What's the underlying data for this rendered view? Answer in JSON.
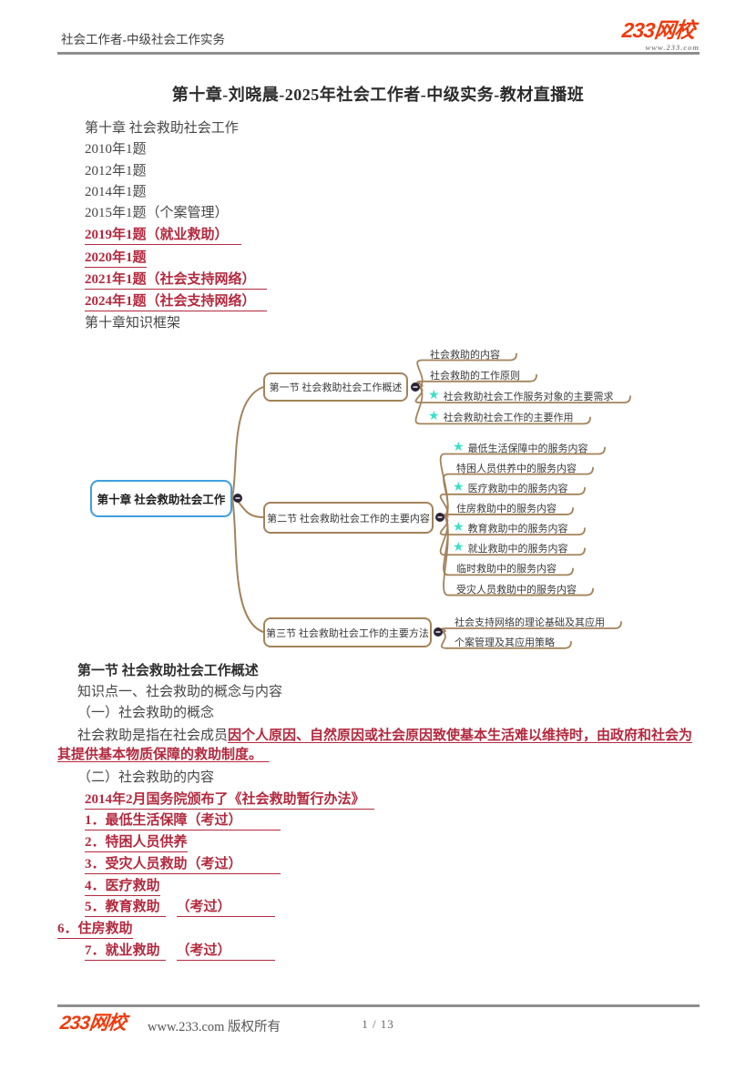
{
  "header": {
    "course": "社会工作者-中级社会工作实务",
    "brand": "233网校",
    "brand_url": "www.233.com"
  },
  "title": "第十章-刘晓晨-2025年社会工作者-中级实务-教材直播班",
  "intro_lines": [
    {
      "text": "第十章 社会救助社会工作",
      "red": false,
      "pad": 0
    },
    {
      "text": "2010年1题",
      "red": false,
      "pad": 0
    },
    {
      "text": "2012年1题",
      "red": false,
      "pad": 0
    },
    {
      "text": "2014年1题",
      "red": false,
      "pad": 0
    },
    {
      "text": "2015年1题（个案管理）",
      "red": false,
      "pad": 0
    },
    {
      "text": "2019年1题（就业救助）",
      "red": true,
      "pad": 14
    },
    {
      "text": "2020年1题",
      "red": true,
      "pad": 0
    },
    {
      "text": "2021年1题（社会支持网络）",
      "red": true,
      "pad": 12
    },
    {
      "text": "2024年1题（社会支持网络）",
      "red": true,
      "pad": 12
    },
    {
      "text": "第十章知识框架",
      "red": false,
      "pad": 0
    }
  ],
  "mindmap": {
    "root": "第十章 社会救助社会工作",
    "branches": [
      {
        "label": "第一节 社会救助社会工作概述",
        "leaves": [
          {
            "star": false,
            "text": "社会救助的内容"
          },
          {
            "star": false,
            "text": "社会救助的工作原则"
          },
          {
            "star": true,
            "text": "社会救助社会工作服务对象的主要需求"
          },
          {
            "star": true,
            "text": "社会救助社会工作的主要作用"
          }
        ]
      },
      {
        "label": "第二节 社会救助社会工作的主要内容",
        "leaves": [
          {
            "star": true,
            "text": "最低生活保障中的服务内容"
          },
          {
            "star": false,
            "text": "特困人员供养中的服务内容"
          },
          {
            "star": true,
            "text": "医疗救助中的服务内容"
          },
          {
            "star": false,
            "text": "住房救助中的服务内容"
          },
          {
            "star": true,
            "text": "教育救助中的服务内容"
          },
          {
            "star": true,
            "text": "就业救助中的服务内容"
          },
          {
            "star": false,
            "text": "临时救助中的服务内容"
          },
          {
            "star": false,
            "text": "受灾人员救助中的服务内容"
          }
        ]
      },
      {
        "label": "第三节 社会救助社会工作的主要方法",
        "leaves": [
          {
            "star": false,
            "text": "社会支持网络的理论基础及其应用"
          },
          {
            "star": false,
            "text": "个案管理及其应用策略"
          }
        ]
      }
    ]
  },
  "section1": {
    "heading": "第一节 社会救助社会工作概述",
    "kp": "知识点一、社会救助的概念与内容",
    "sub1": "（一）社会救助的概念",
    "para_black": "社会救助是指在社会成员",
    "para_red": "因个人原因、自然原因或社会原因致使基本生活难以维持时，由政府和社会为其提供基本物质保障的救助制度。　"
  },
  "section2": {
    "sub2": "（二）社会救助的内容",
    "law": "2014年2月国务院颁布了《社会救助暂行办法》",
    "law_pad": 10,
    "items": [
      {
        "text": "1．最低生活保障（考过）",
        "pad": 42,
        "indent": true
      },
      {
        "text": "2．特困人员供养",
        "pad": 0,
        "indent": true
      },
      {
        "text": "3．受灾人员救助（考过）",
        "pad": 42,
        "indent": true
      },
      {
        "text": "4．医疗救助",
        "pad": 0,
        "indent": true
      },
      {
        "text": "5．教育救助",
        "pad": 6,
        "tail": "（考过）",
        "tail_pad": 48,
        "indent": true
      },
      {
        "text": "6．住房救助",
        "pad": 0,
        "indent": false
      },
      {
        "text": "7．就业救助",
        "pad": 6,
        "tail": "（考过）",
        "tail_pad": 48,
        "indent": true
      }
    ]
  },
  "footer": {
    "brand": "233网校",
    "copyright": "www.233.com 版权所有",
    "page": "1 / 13"
  },
  "colors": {
    "accent_red": "#b3293e",
    "brand_orange": "#ee3a0c",
    "mindmap_root_blue": "#3f9fe0",
    "mindmap_branch_brown": "#a3835a",
    "star_teal": "#3ce0c8"
  }
}
